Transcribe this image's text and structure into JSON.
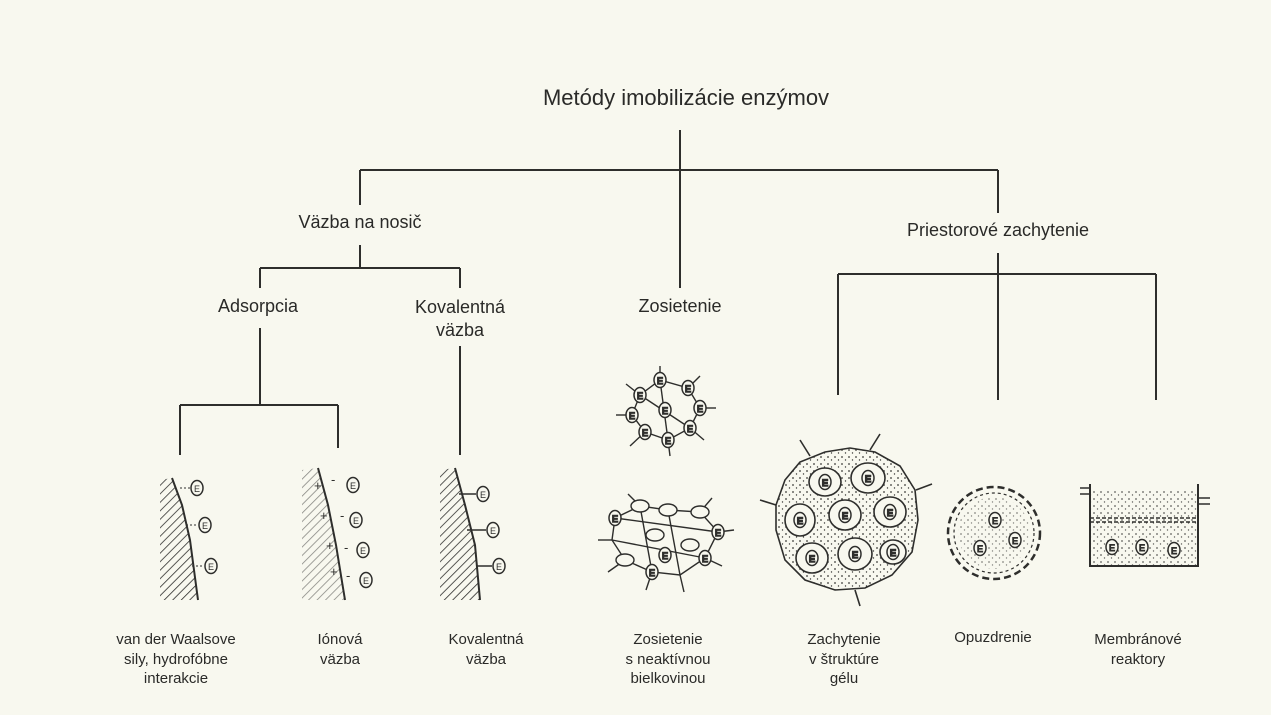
{
  "title": "Metódy imobilizácie enzýmov",
  "groups": {
    "carrier": "Väzba na nosič",
    "crosslink": "Zosietenie",
    "entrapment": "Priestorové zachytenie",
    "adsorption": "Adsorpcia",
    "covalent": [
      "Kovalentná",
      "väzba"
    ]
  },
  "enzyme_letter": "E",
  "captions": {
    "vdw": [
      "van der Waalsove",
      "sily, hydrofóbne",
      "interakcie"
    ],
    "ionic": [
      "Iónová",
      "väzba"
    ],
    "covalent": [
      "Kovalentná",
      "väzba"
    ],
    "crosslink_inactive": [
      "Zosietenie",
      "s neaktívnou",
      "bielkovinou"
    ],
    "gel": [
      "Zachytenie",
      "v štruktúre",
      "gélu"
    ],
    "encapsulation": [
      "Opuzdrenie"
    ],
    "membrane": [
      "Membránové",
      "reaktory"
    ]
  }
}
